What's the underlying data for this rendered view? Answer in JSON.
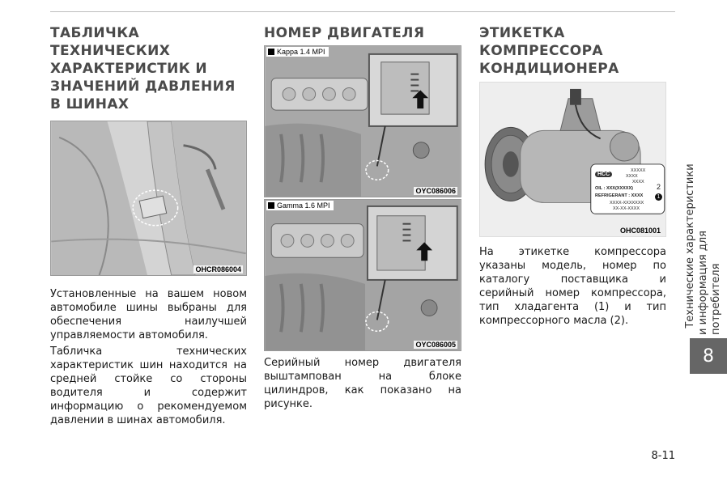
{
  "col1": {
    "heading": "ТАБЛИЧКА ТЕХНИЧЕСКИХ ХАРАКТЕРИСТИК И ЗНАЧЕНИЙ ДАВЛЕНИЯ В ШИНАХ",
    "figure_code": "OHCR086004",
    "para1": "Установленные на вашем новом автомобиле шины выбраны для обеспечения наилучшей управляемости автомобиля.",
    "para2": "Табличка технических характеристик шин находится на средней стойке со стороны водителя и содержит информацию о рекомендуемом давлении в шинах автомобиля."
  },
  "col2": {
    "heading": "НОМЕР ДВИГАТЕЛЯ",
    "fig1_label": "Kappa 1.4 MPI",
    "fig1_code": "OYC086006",
    "fig2_label": "Gamma 1.6 MPI",
    "fig2_code": "OYC086005",
    "para1": "Серийный номер двигателя выштампован на блоке цилиндров, как показано на рисунке."
  },
  "col3": {
    "heading": "ЭТИКЕТКА КОМПРЕССОРА КОНДИЦИОНЕРА",
    "figure_code": "OHC081001",
    "label_brand": "HCC",
    "label_lines": [
      "XXXXX",
      "XXXX",
      "XXXX",
      "OIL : XXX(XXXXX)",
      "REFRIGERANT : XXXX",
      "XXXX-XXXXXXX",
      "XX-XX-XXXX"
    ],
    "callout1": "1",
    "callout2": "2",
    "para1": "На этикетке компрессора указаны модель, номер по каталогу поставщика и серийный номер компрессора, тип хладагента (1) и тип компрессорного масла (2)."
  },
  "side": {
    "line1": "Технические характеристики",
    "line2": "и информация для потребителя",
    "chapter": "8"
  },
  "page_number": "8-11"
}
